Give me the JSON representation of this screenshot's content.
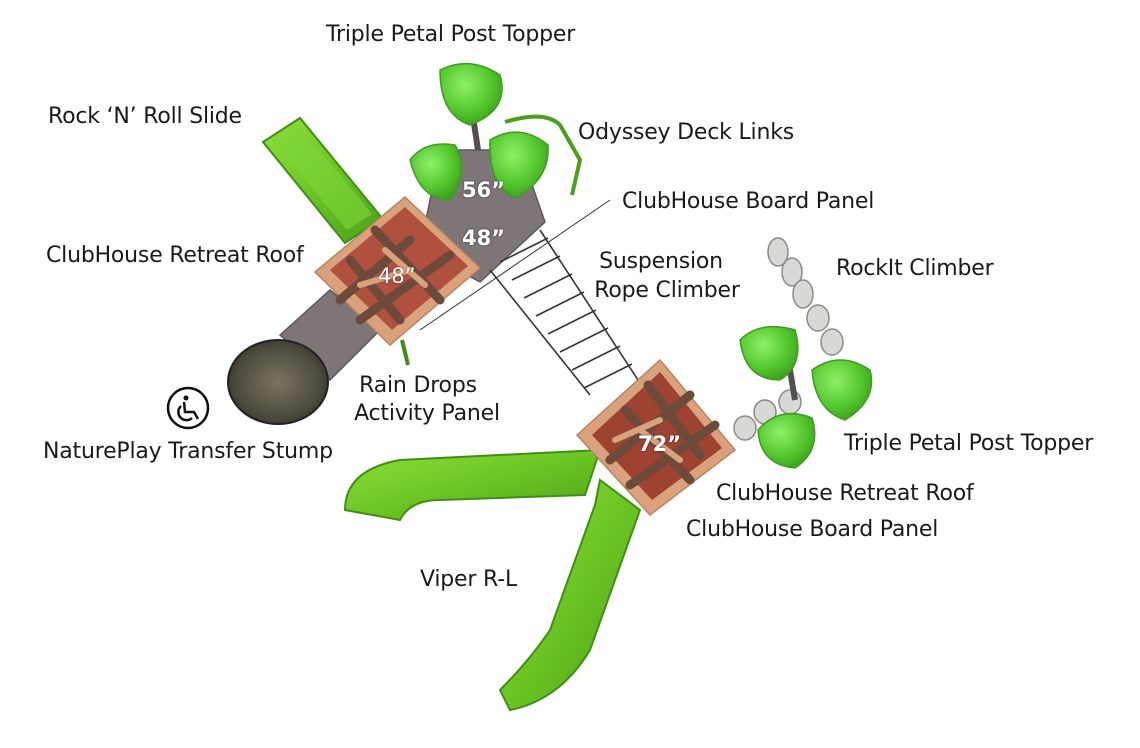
{
  "labels": {
    "triple_petal_top": "Triple Petal Post Topper",
    "rock_n_roll_slide": "Rock ‘N’ Roll Slide",
    "odyssey_deck_links": "Odyssey Deck Links",
    "clubhouse_board_panel_top": "ClubHouse Board Panel",
    "clubhouse_retreat_roof_left": "ClubHouse Retreat Roof",
    "suspension_rope_climber_line1": "Suspension",
    "suspension_rope_climber_line2": "Rope Climber",
    "rockit_climber": "RockIt Climber",
    "rain_drops_line1": "Rain Drops",
    "rain_drops_line2": "Activity Panel",
    "natureplay_transfer_stump": "NaturePlay Transfer Stump",
    "triple_petal_right": "Triple Petal Post Topper",
    "clubhouse_retreat_roof_right": "ClubHouse Retreat Roof",
    "clubhouse_board_panel_bottom": "ClubHouse Board Panel",
    "viper_rl": "Viper R-L"
  },
  "heights": {
    "deck_56": "56”",
    "deck_48_upper": "48”",
    "deck_48_roof": "48”",
    "deck_72": "72”"
  },
  "icons": {
    "accessibility": "wheelchair-accessibility-icon"
  },
  "colors": {
    "slide_green": "#6cc524",
    "slide_green_dark": "#3f8f14",
    "petal_green": "#5fd03a",
    "deck_gray": "#7d7576",
    "roof_red": "#b0503f",
    "roof_tan": "#d9a27c",
    "bark_brown": "#6e4a3a",
    "stump": "#4e4a3e"
  }
}
